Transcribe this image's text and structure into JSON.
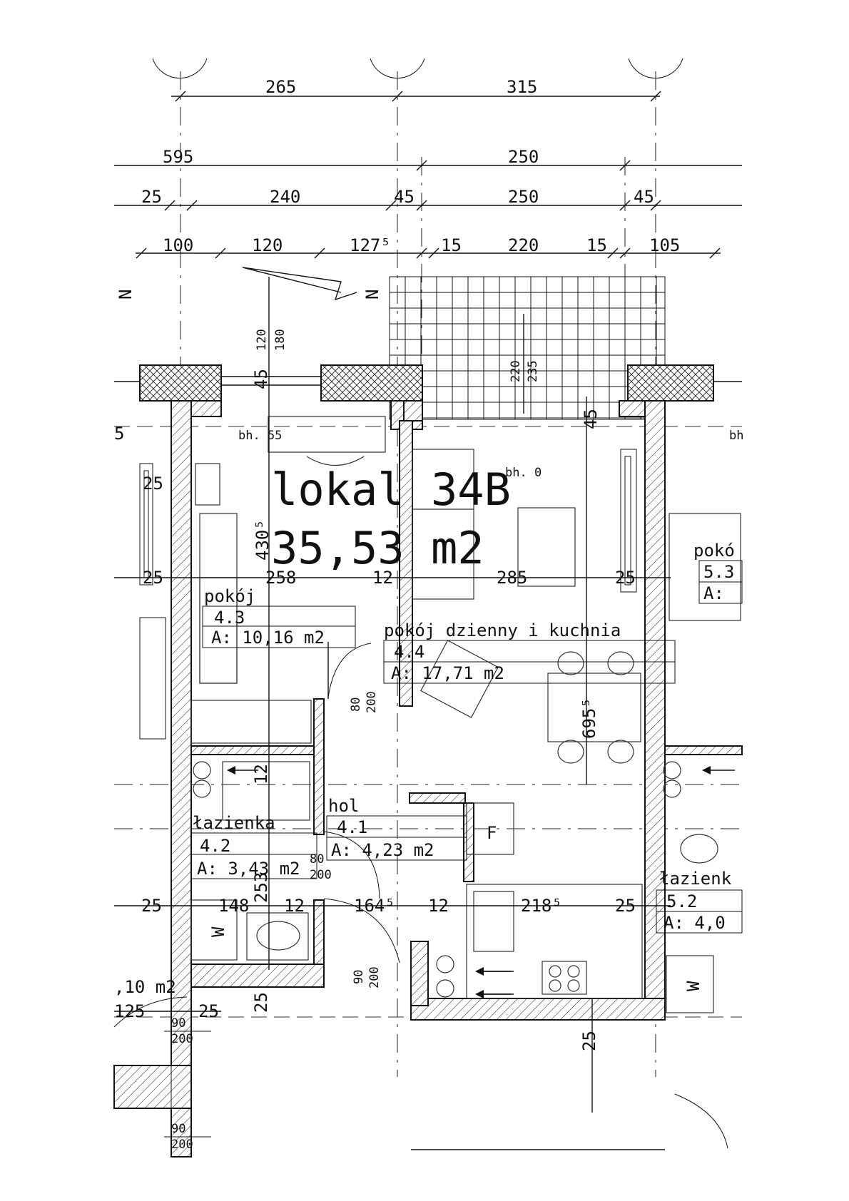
{
  "unit": {
    "title": "lokal 34B",
    "area": "35,53 m2"
  },
  "dimensions": {
    "top_row1": [
      "265",
      "315"
    ],
    "top_row2": [
      "595",
      "250"
    ],
    "top_row3": [
      "25",
      "240",
      "45",
      "250",
      "45"
    ],
    "top_row4": [
      "100",
      "120",
      "127⁵",
      "15",
      "220",
      "15",
      "105"
    ],
    "vertical": [
      "120",
      "180",
      "45",
      "220",
      "235",
      "45",
      "430⁵",
      "695⁵",
      "12",
      "253",
      "25",
      "25"
    ],
    "horizontal_mid": [
      "25",
      "258",
      "12",
      "285",
      "25"
    ],
    "horizontal_lower": [
      "25",
      "148",
      "12",
      "164⁵",
      "12",
      "218⁵",
      "25"
    ],
    "side_left": [
      "25",
      "25",
      "125",
      "25"
    ],
    "sill_heights": [
      "bh. 55",
      "bh. 0"
    ],
    "door_sizes": [
      "80",
      "200",
      "80",
      "200",
      "90",
      "200",
      "90",
      "200",
      "90",
      "200"
    ],
    "edge_fragments": [
      "5",
      "bh",
      ",10 m2"
    ]
  },
  "rooms": [
    {
      "name": "pokój",
      "number": "4.3",
      "area": "A: 10,16 m2"
    },
    {
      "name": "łazienka",
      "number": "4.2",
      "area": "A: 3,43 m2"
    },
    {
      "name": "hol",
      "number": "4.1",
      "area": "A: 4,23 m2"
    },
    {
      "name": "pokój dzienny i kuchnia",
      "number": "4.4",
      "area": "A: 17,71 m2"
    }
  ],
  "neighbor_rooms": [
    {
      "name": "pokó",
      "number": "5.3",
      "area": "A:"
    },
    {
      "name": "łazienk",
      "number": "5.2",
      "area": "A: 4,0"
    }
  ],
  "fixture_marks": {
    "fridge": "F",
    "washer": "W",
    "washer_right": "W"
  }
}
